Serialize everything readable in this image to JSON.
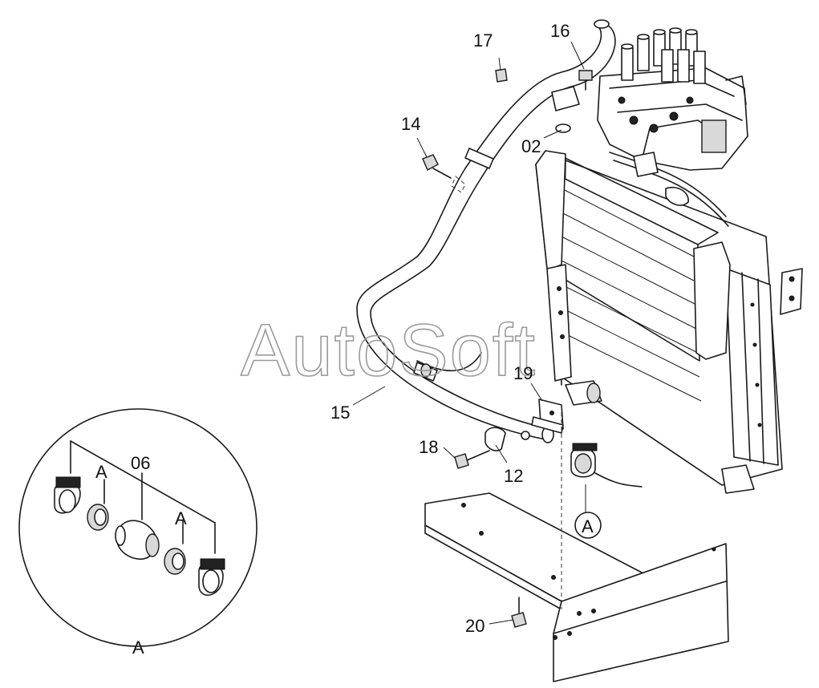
{
  "watermark": "AutoSoft",
  "callouts": {
    "p02": "02",
    "p06": "06",
    "p12": "12",
    "p14": "14",
    "p15": "15",
    "p16": "16",
    "p17": "17",
    "p18": "18",
    "p19": "19",
    "p20": "20"
  },
  "detail": {
    "ref_main": "A",
    "ref_circle": "A",
    "ref_left": "A",
    "ref_right": "A"
  }
}
